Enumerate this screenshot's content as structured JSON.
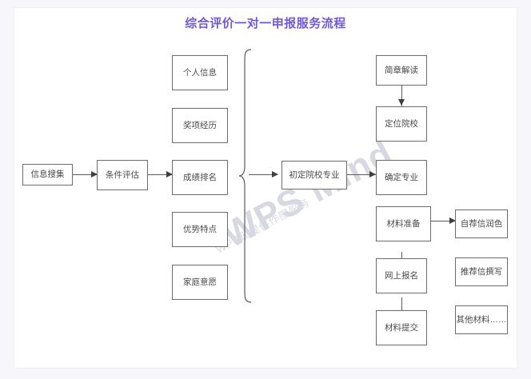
{
  "title": "综合评价一对一申报服务流程",
  "theme": {
    "page_background": "#f7f7fb",
    "canvas_background": "#ffffff",
    "title_color": "#6f5bd6",
    "node_border": "#6b6b6b",
    "node_text": "#4a4a4a",
    "connector": "#5a5a5a",
    "watermark_color": "#d8d8e2"
  },
  "watermark": {
    "brand": "WPS Mind",
    "note": "WPS现提供作图服务"
  },
  "nodes": {
    "info_collect": "信息搜集",
    "condition_eval": "条件评估",
    "personal_info": "个人信息",
    "award_exp": "奖项经历",
    "score_rank": "成绩排名",
    "advantage": "优势特点",
    "family_will": "家庭意愿",
    "preliminary_major": "初定院校专业",
    "brochure_read": "简章解读",
    "locate_school": "定位院校",
    "confirm_major": "确定专业",
    "material_prep": "材料准备",
    "online_signup": "网上报名",
    "material_submit": "材料提交",
    "self_rec_polish": "自荐信润色",
    "rec_letter_write": "推荐信撰写",
    "other_materials": "其他材料……"
  }
}
